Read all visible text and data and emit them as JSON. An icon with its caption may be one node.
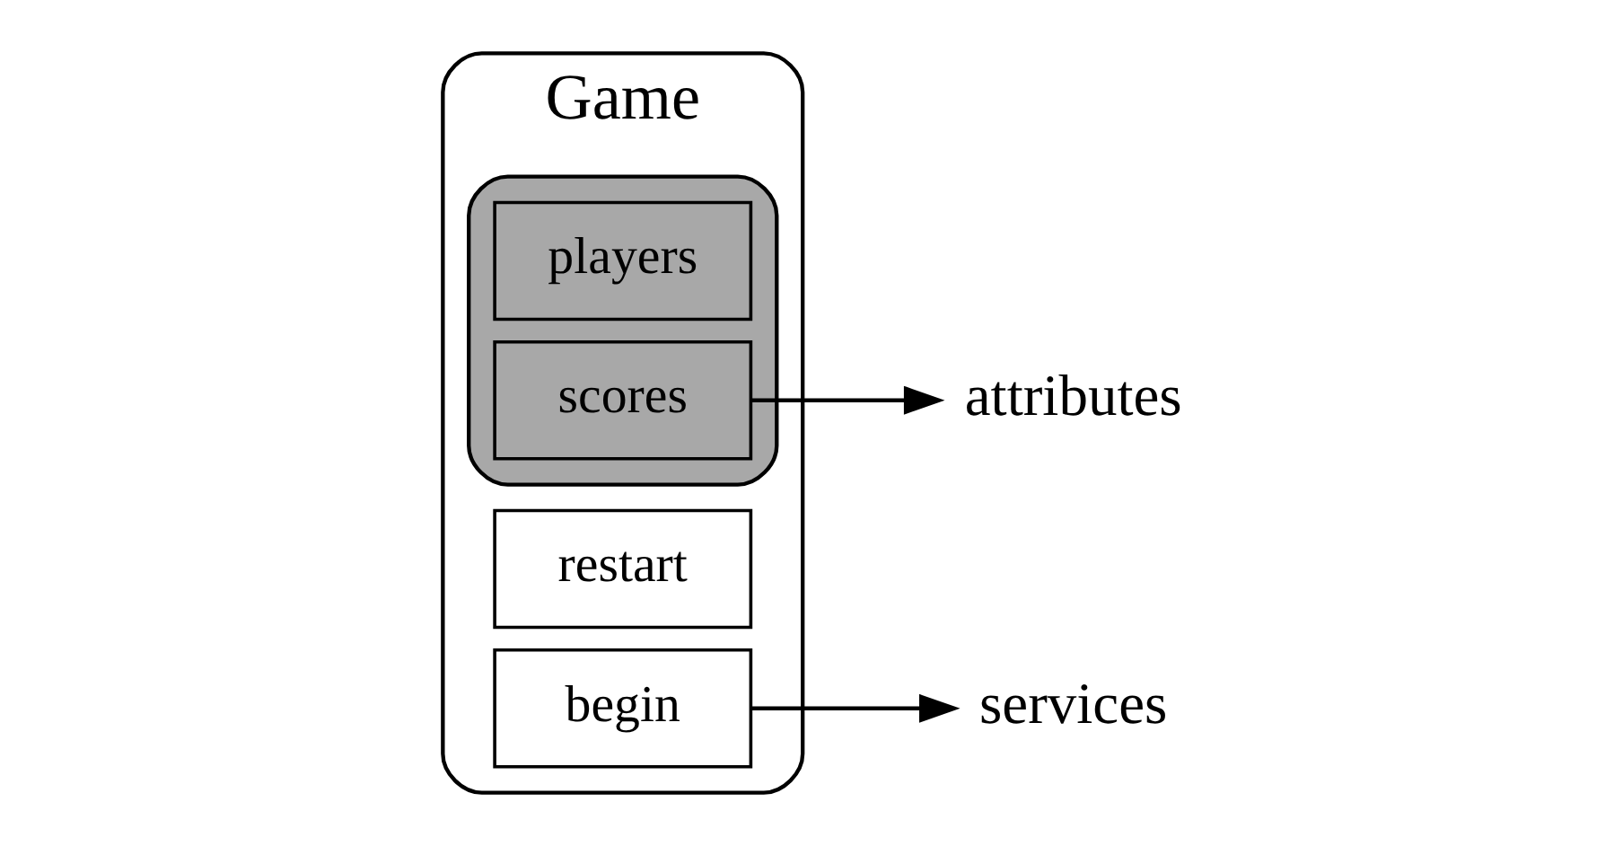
{
  "diagram": {
    "nodes": [
      {
        "text": [
          "Game"
        ]
      },
      {
        "text": [],
        "shape": "ellipse",
        "in": 0
      },
      {
        "text": [
          "restart"
        ],
        "in": 0
      },
      {
        "text": [
          "players"
        ],
        "in": 1
      },
      {
        "text": [
          "scores"
        ],
        "in": 1
      },
      {
        "text": [
          "begin"
        ],
        "in": 0
      },
      {
        "text": [
          "attributes"
        ]
      },
      {
        "text": [
          "services"
        ]
      }
    ],
    "edges": [
      {
        "from": 4,
        "to": 6,
        "arrow": "to"
      },
      {
        "from": 5,
        "to": 7,
        "arrow": "to"
      }
    ]
  }
}
